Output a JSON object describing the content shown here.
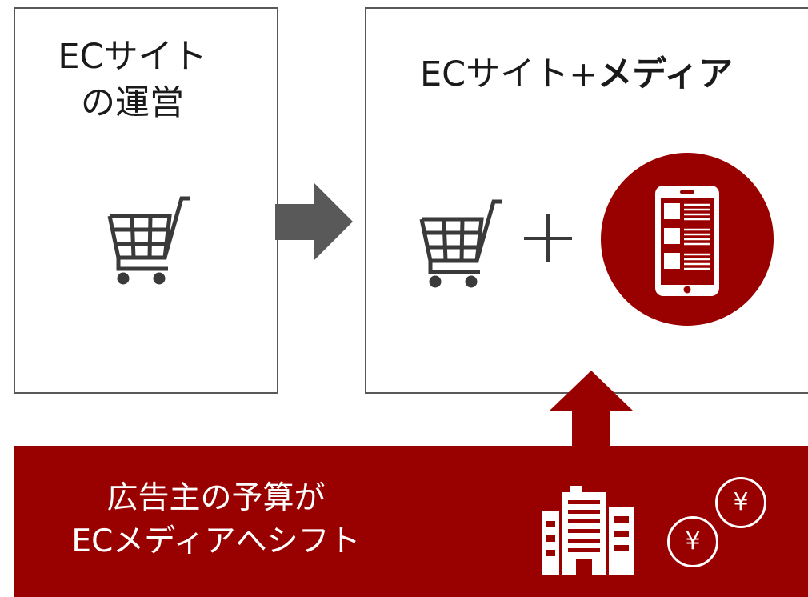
{
  "left_panel": {
    "title_line1": "ECサイト",
    "title_line2": "の運営"
  },
  "right_panel": {
    "title_plain": "ECサイト+",
    "title_bold": "メディア"
  },
  "plus_symbol": "+",
  "banner": {
    "line1": "広告主の予算が",
    "line2": "ECメディアへシフト"
  },
  "currency_symbol": "¥",
  "colors": {
    "accent_red": "#990000",
    "arrow_gray": "#595959",
    "icon_dark": "#3a3a3a"
  },
  "icons": [
    "cart-icon",
    "smartphone-media-icon",
    "building-icon",
    "yen-coin-icon"
  ]
}
